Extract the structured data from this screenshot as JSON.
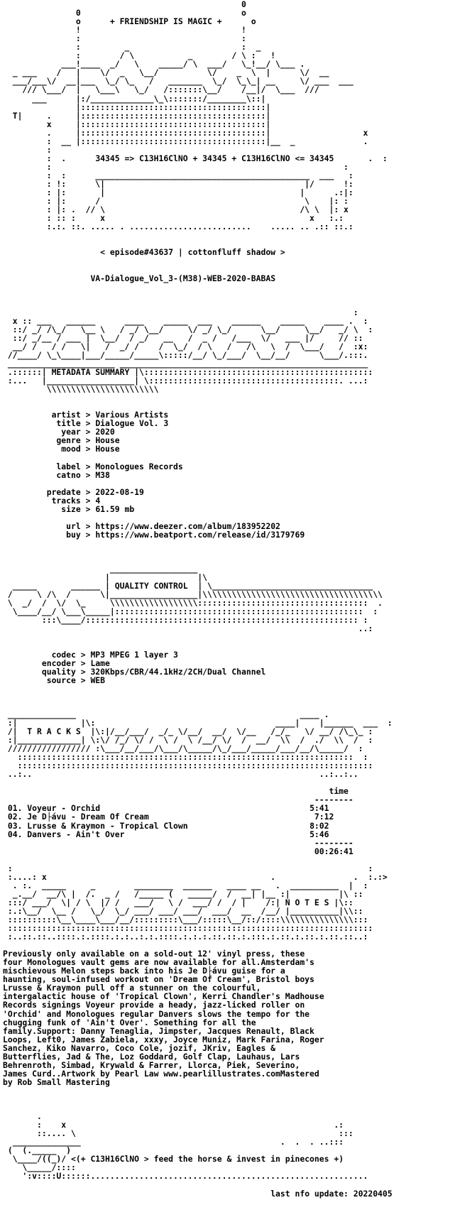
{
  "header": {
    "banner": "+ FRIENDSHIP IS MAGIC +",
    "formula": "34345 => C13H16ClNO + 34345 + C13H16ClNO <= 34345",
    "episode": "< episode#43637 | cottonfluff shadow >",
    "release": "VA-Dialogue_Vol_3-(M38)-WEB-2020-BABAS"
  },
  "metadata": {
    "heading": "METADATA SUMMARY",
    "fields": [
      {
        "key": "artist",
        "value": "Various Artists"
      },
      {
        "key": "title",
        "value": "Dialogue Vol. 3"
      },
      {
        "key": "year",
        "value": "2020"
      },
      {
        "key": "genre",
        "value": "House"
      },
      {
        "key": "mood",
        "value": "House"
      },
      {
        "key": "label",
        "value": "Monologues Records"
      },
      {
        "key": "catno",
        "value": "M38"
      },
      {
        "key": "predate",
        "value": "2022-08-19"
      },
      {
        "key": "tracks",
        "value": "4"
      },
      {
        "key": "size",
        "value": "61.59 mb"
      },
      {
        "key": "url",
        "value": "https://www.deezer.com/album/183952202"
      },
      {
        "key": "buy",
        "value": "https://www.beatport.com/release/id/3179769"
      }
    ]
  },
  "quality": {
    "heading": "QUALITY CONTROL",
    "fields": [
      {
        "key": "codec",
        "value": "MP3 MPEG 1 layer 3"
      },
      {
        "key": "encoder",
        "value": "Lame"
      },
      {
        "key": "quality",
        "value": "320Kbps/CBR/44.1kHz/2CH/Dual Channel"
      },
      {
        "key": "source",
        "value": "WEB"
      }
    ]
  },
  "tracks": {
    "heading": "T R A C K S",
    "time_header": "time",
    "items": [
      {
        "no": "01.",
        "name": "Voyeur - Orchid",
        "time": "5:41"
      },
      {
        "no": "02.",
        "name": "Je D├ávu - Dream Of Cream",
        "time": "7:12"
      },
      {
        "no": "03.",
        "name": "Lrusse & Kraymon - Tropical Clown",
        "time": "8:02"
      },
      {
        "no": "04.",
        "name": "Danvers - Ain't Over",
        "time": "5:46"
      }
    ],
    "total": "00:26:41"
  },
  "notes": {
    "heading": "N O T E S",
    "text_lines": [
      "Previously only available on a sold-out 12' vinyl press, these",
      "four Monologues vault gems are now available for all.Amsterdam's",
      "mischievous Melon steps back into his Je D├ávu guise for a",
      "haunting, soul-infused workout on 'Dream Of Cream', Bristol boys",
      "Lrusse & Kraymon pull off a stunner on the colourful,",
      "intergalactic house of 'Tropical Clown', Kerri Chandler's Madhouse",
      "Records signings Voyeur provide a heady, jazz-licked roller on",
      "'Orchid' and Monologues regular Danvers slows the tempo for the",
      "chugging funk of 'Ain't Over'. Something for all the",
      "family.Support: Danny Tenaglia, Jimpster, Jacques Renault, Black",
      "Loops, Left0, James Zabiela, xxxy, Joyce Muniz, Mark Farina, Roger",
      "Sanchez, Kiko Navarro, Coco Cole, jozif, JKriv, Eagles &",
      "Butterflies, Jad & The, Loz Goddard, Golf Clap, Lauhaus, Lars",
      "Behrenroth, Simbad, Krywald & Farrer, Llorca, Piek, Severino,",
      "James Curd..Artwork by Pearl Law www.pearlillustrates.comMastered",
      "by Rob Small Mastering"
    ]
  },
  "footer": {
    "tagline": "<(+ C13H16ClNO > feed the horse & invest in pinecones +)",
    "last_update": "last nfo update: 20220405"
  }
}
